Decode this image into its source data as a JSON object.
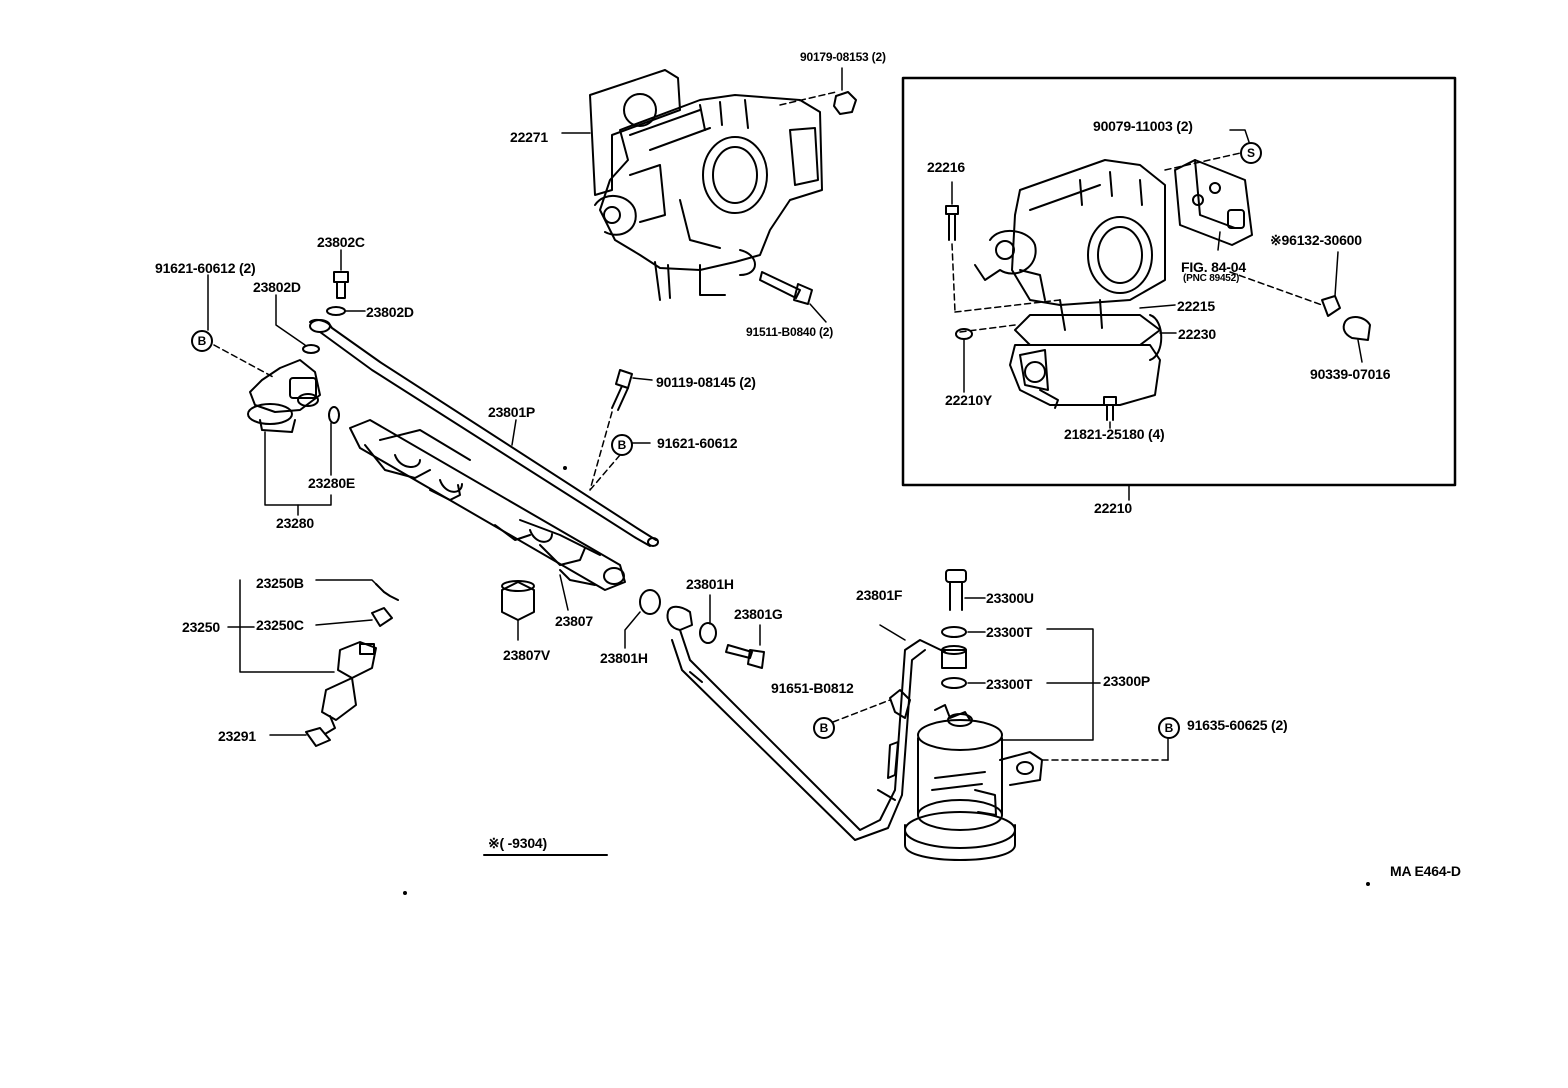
{
  "labels": {
    "p90179": "90179-08153 (2)",
    "p22271": "22271",
    "p23802C": "23802C",
    "p91621a": "91621-60612 (2)",
    "p23802D_a": "23802D",
    "p23802D_b": "23802D",
    "p90119": "90119-08145 (2)",
    "p91511": "91511-B0840 (2)",
    "p23801P": "23801P",
    "p91621b": "91621-60612",
    "p23280E": "23280E",
    "p23280": "23280",
    "p23250B": "23250B",
    "p23250": "23250",
    "p23250C": "23250C",
    "p23291": "23291",
    "p23807V": "23807V",
    "p23807": "23807",
    "p23801H_a": "23801H",
    "p23801H_b": "23801H",
    "p23801G": "23801G",
    "p23801F": "23801F",
    "p91651": "91651-B0812",
    "p23300U": "23300U",
    "p23300T_a": "23300T",
    "p23300T_b": "23300T",
    "p23300P": "23300P",
    "p91635": "91635-60625 (2)",
    "p90079": "90079-11003 (2)",
    "p22216": "22216",
    "p96132": "※96132-30600",
    "pfig": "FIG. 84-04",
    "ppnc": "(PNC 89452)",
    "p22215": "22215",
    "p22230": "22230",
    "p90339": "90339-07016",
    "p22210Y": "22210Y",
    "p21821": "21821-25180 (4)",
    "p22210": "22210",
    "note": "※(      -9304)",
    "code": "MA E464-D"
  },
  "markers": {
    "b": "B",
    "s": "S"
  }
}
